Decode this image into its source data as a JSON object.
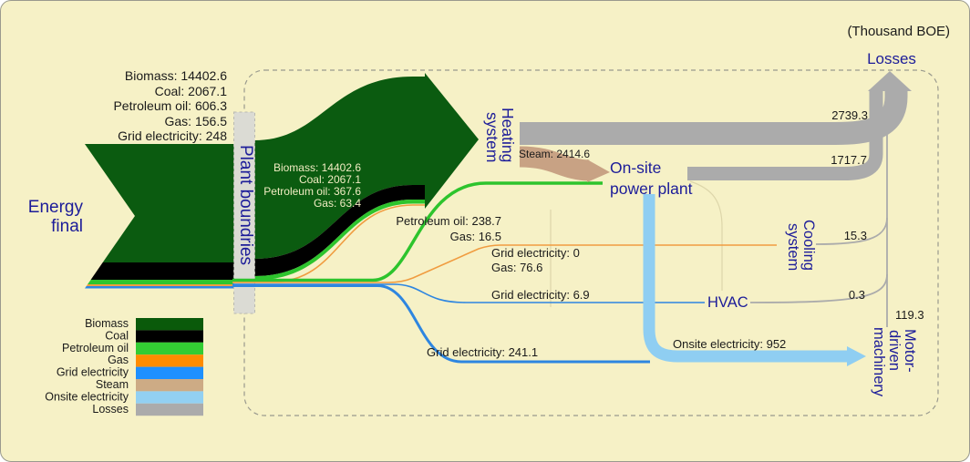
{
  "unit_note": "(Thousand BOE)",
  "nodes": {
    "energy_final": {
      "line1": "Energy",
      "line2": "final"
    },
    "plant_boundaries": {
      "label": "Plant boundries"
    },
    "heating_system": {
      "line1": "Heating",
      "line2": "system"
    },
    "onsite_power_plant": {
      "line1": "On-site",
      "line2": "power plant"
    },
    "cooling_system": {
      "line1": "Cooling",
      "line2": "system"
    },
    "hvac": {
      "label": "HVAC"
    },
    "motor_driven_machinery": {
      "line1": "Motor-",
      "line2": "driven",
      "line3": "machinery"
    },
    "losses": {
      "label": "Losses"
    }
  },
  "input_labels": [
    "Biomass: 14402.6",
    "Coal: 2067.1",
    "Petroleum oil: 606.3",
    "Gas: 156.5",
    "Grid electricity: 248"
  ],
  "inside_plant_labels": [
    "Biomass: 14402.6",
    "Coal: 2067.1",
    "Petroleum oil: 367.6",
    "Gas: 63.4"
  ],
  "flow_labels": {
    "steam": "Steam: 2414.6",
    "oil_to_plant": "Petroleum oil: 238.7",
    "gas_to_plant": "Gas: 16.5",
    "grid_to_cooling": "Grid electricity: 0",
    "gas_to_cooling": "Gas: 76.6",
    "grid_to_hvac": "Grid electricity: 6.9",
    "grid_to_motor": "Grid electricity: 241.1",
    "onsite_to_motor": "Onsite electricity: 952"
  },
  "loss_values": {
    "heating": "2739.3",
    "power_plant": "1717.7",
    "cooling": "15.3",
    "hvac": "0.3",
    "motor": "119.3"
  },
  "legend": [
    {
      "label": "Biomass",
      "color": "#0A5A0A"
    },
    {
      "label": "Coal",
      "color": "#000000"
    },
    {
      "label": "Petroleum oil",
      "color": "#33CC33"
    },
    {
      "label": "Gas",
      "color": "#FF8C00"
    },
    {
      "label": "Grid electricity",
      "color": "#1E90FF"
    },
    {
      "label": "Steam",
      "color": "#CDAB85"
    },
    {
      "label": "Onsite electricity",
      "color": "#92D0F2"
    },
    {
      "label": "Losses",
      "color": "#ABABAB"
    }
  ],
  "colors": {
    "background": "#F6F1C6",
    "biomass": "#0B5B10",
    "coal": "#000000",
    "petroleum_oil": "#2DC42D",
    "gas": "#F09C40",
    "grid_electricity": "#2E86E0",
    "steam": "#C8A284",
    "onsite_electricity": "#8FCEF2",
    "losses": "#ABABAB",
    "node_text": "#1C1C99",
    "bar_fill": "#DBDBD4"
  },
  "chart_data": {
    "type": "sankey",
    "unit": "Thousand BOE",
    "nodes": [
      "Energy final",
      "Plant boundries",
      "Heating system",
      "On-site power plant",
      "Cooling system",
      "HVAC",
      "Motor-driven machinery",
      "Losses"
    ],
    "links": [
      {
        "source": "Energy final",
        "target": "Plant boundries",
        "flow": "Biomass",
        "value": 14402.6
      },
      {
        "source": "Energy final",
        "target": "Plant boundries",
        "flow": "Coal",
        "value": 2067.1
      },
      {
        "source": "Energy final",
        "target": "Plant boundries",
        "flow": "Petroleum oil",
        "value": 606.3
      },
      {
        "source": "Energy final",
        "target": "Plant boundries",
        "flow": "Gas",
        "value": 156.5
      },
      {
        "source": "Energy final",
        "target": "Plant boundries",
        "flow": "Grid electricity",
        "value": 248
      },
      {
        "source": "Plant boundries",
        "target": "Heating system",
        "flow": "Biomass",
        "value": 14402.6
      },
      {
        "source": "Plant boundries",
        "target": "Heating system",
        "flow": "Coal",
        "value": 2067.1
      },
      {
        "source": "Plant boundries",
        "target": "Heating system",
        "flow": "Petroleum oil",
        "value": 367.6
      },
      {
        "source": "Plant boundries",
        "target": "Heating system",
        "flow": "Gas",
        "value": 63.4
      },
      {
        "source": "Plant boundries",
        "target": "On-site power plant",
        "flow": "Petroleum oil",
        "value": 238.7
      },
      {
        "source": "Plant boundries",
        "target": "On-site power plant",
        "flow": "Gas",
        "value": 16.5
      },
      {
        "source": "Plant boundries",
        "target": "Cooling system",
        "flow": "Grid electricity",
        "value": 0
      },
      {
        "source": "Plant boundries",
        "target": "Cooling system",
        "flow": "Gas",
        "value": 76.6
      },
      {
        "source": "Plant boundries",
        "target": "HVAC",
        "flow": "Grid electricity",
        "value": 6.9
      },
      {
        "source": "Plant boundries",
        "target": "Motor-driven machinery",
        "flow": "Grid electricity",
        "value": 241.1
      },
      {
        "source": "Heating system",
        "target": "On-site power plant",
        "flow": "Steam",
        "value": 2414.6
      },
      {
        "source": "Heating system",
        "target": "Losses",
        "flow": "Losses",
        "value": 2739.3
      },
      {
        "source": "On-site power plant",
        "target": "Losses",
        "flow": "Losses",
        "value": 1717.7
      },
      {
        "source": "On-site power plant",
        "target": "Motor-driven machinery",
        "flow": "Onsite electricity",
        "value": 952
      },
      {
        "source": "Cooling system",
        "target": "Losses",
        "flow": "Losses",
        "value": 15.3
      },
      {
        "source": "HVAC",
        "target": "Losses",
        "flow": "Losses",
        "value": 0.3
      },
      {
        "source": "Motor-driven machinery",
        "target": "Losses",
        "flow": "Losses",
        "value": 119.3
      }
    ]
  }
}
